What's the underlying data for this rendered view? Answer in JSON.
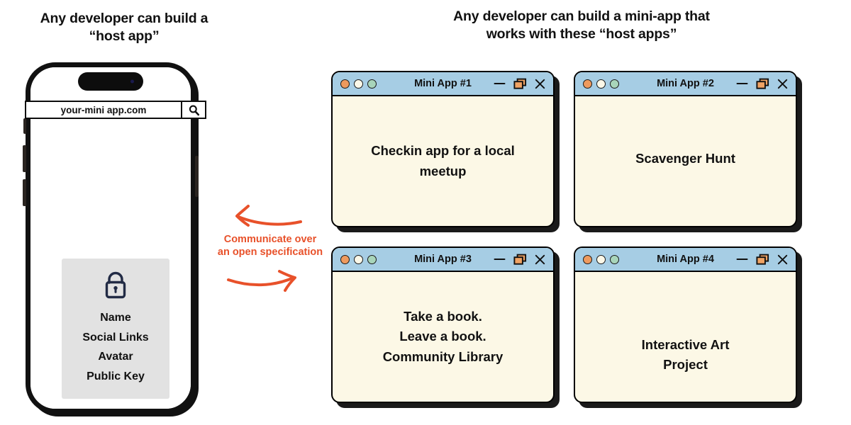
{
  "headings": {
    "left": "Any developer can build a\n“host app”",
    "right": "Any developer can build a mini-app that\nworks with these “host apps”"
  },
  "phone": {
    "search": {
      "value": "your-mini app.com",
      "placeholder": "your-mini app.com",
      "button_icon": "search-icon"
    },
    "notch_label": "dynamic-island",
    "profile_card": {
      "icon": "lock-icon",
      "lines": [
        "Name",
        "Social Links",
        "Avatar",
        "Public Key"
      ]
    },
    "side_buttons": [
      "silent-switch",
      "volume-up",
      "volume-down",
      "power"
    ]
  },
  "connector": {
    "label": "Communicate over\nan open specification",
    "color": "#E8512A",
    "arrows": [
      "arrow-left",
      "arrow-right"
    ]
  },
  "window_controls": {
    "minimize_icon": "minimize-icon",
    "restore_icon": "restore-window-icon",
    "close_icon": "close-icon",
    "dots": [
      "traffic-light-orange",
      "traffic-light-cream",
      "traffic-light-green"
    ]
  },
  "windows": [
    {
      "title": "Mini App #1",
      "body": "Checkin app for a local\nmeetup"
    },
    {
      "title": "Mini App #2",
      "body": "Scavenger Hunt"
    },
    {
      "title": "Mini App #3",
      "body": "Take a book.\nLeave a book.\nCommunity Library"
    },
    {
      "title": "Mini App #4",
      "body": "Interactive Art\nProject"
    }
  ],
  "colors": {
    "titlebar": "#A6CDE4",
    "window_body": "#FCF8E6",
    "accent_orange": "#E8512A",
    "card_gray": "#E2E2E2",
    "lock_navy": "#222B45"
  }
}
